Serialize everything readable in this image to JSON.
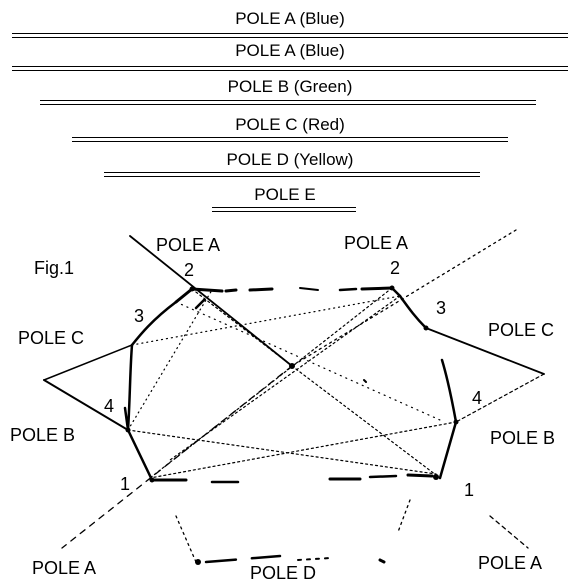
{
  "poles_list": [
    {
      "label": "POLE A (Blue)"
    },
    {
      "label": "POLE A (Blue)"
    },
    {
      "label": "POLE B (Green)"
    },
    {
      "label": "POLE C (Red)"
    },
    {
      "label": "POLE D (Yellow)"
    },
    {
      "label": "POLE E"
    }
  ],
  "figure": {
    "caption": "Fig.1",
    "labels": {
      "top_left_pole": "POLE A",
      "top_right_pole": "POLE A",
      "left_c": "POLE C",
      "right_c": "POLE C",
      "left_b": "POLE B",
      "right_b": "POLE B",
      "bottom_left_pole": "POLE A",
      "bottom_right_pole": "POLE A",
      "bottom_d": "POLE D"
    },
    "numbers": {
      "tl_2": "2",
      "tr_2": "2",
      "l_3": "3",
      "r_3": "3",
      "l_4": "4",
      "r_4": "4",
      "l_1": "1",
      "r_1": "1"
    }
  }
}
